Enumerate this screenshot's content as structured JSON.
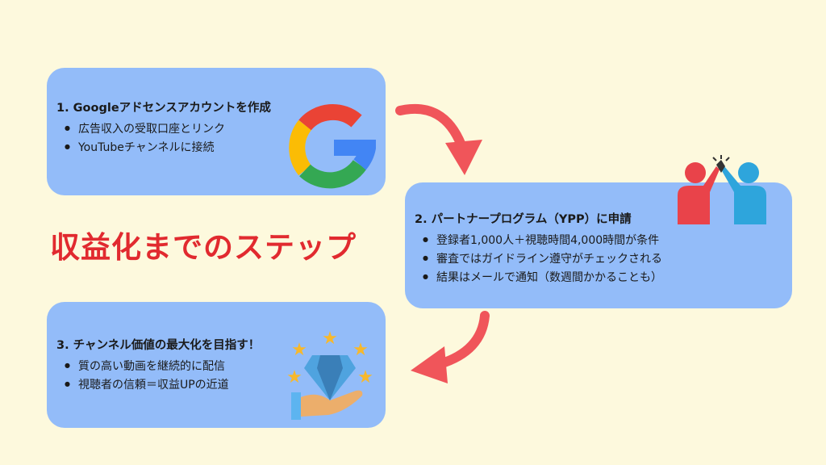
{
  "title": "収益化までのステップ",
  "steps": [
    {
      "heading": "1. Googleアドセンスアカウントを作成",
      "items": [
        "広告収入の受取口座とリンク",
        "YouTubeチャンネルに接続"
      ],
      "icon": "google-logo-icon"
    },
    {
      "heading": "2. パートナープログラム（YPP）に申請",
      "items": [
        "登録者1,000人＋視聴時間4,000時間が条件",
        "審査ではガイドライン遵守がチェックされる",
        "結果はメールで通知（数週間かかることも）"
      ],
      "icon": "high-five-icon"
    },
    {
      "heading": "3. チャンネル価値の最大化を目指す！",
      "items": [
        "質の高い動画を継続的に配信",
        "視聴者の信頼＝収益UPの近道"
      ],
      "icon": "diamond-hand-icon"
    }
  ],
  "colors": {
    "background": "#fdf9dd",
    "card": "#93bcf9",
    "accent": "#e12a2f",
    "arrow": "#f0555a"
  }
}
